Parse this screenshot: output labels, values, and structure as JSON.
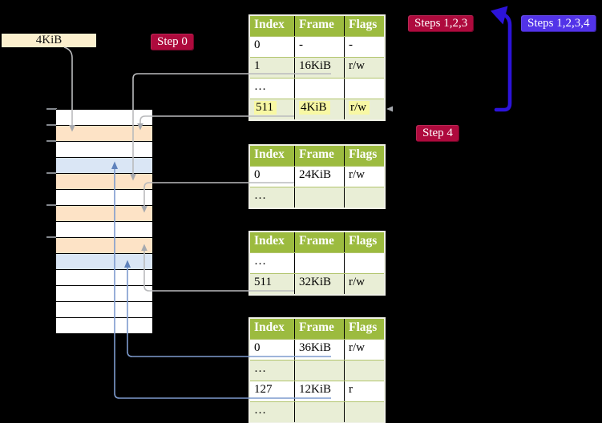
{
  "frame_size_label": "4KiB",
  "badges": {
    "step0": {
      "label": "Step 0"
    },
    "steps123": {
      "label": "Steps 1,2,3"
    },
    "steps1234": {
      "label": "Steps 1,2,3,4"
    },
    "step4": {
      "label": "Step 4"
    }
  },
  "page_tables": {
    "headers": [
      "Index",
      "Frame",
      "Flags"
    ],
    "tables": [
      {
        "id": "page-table-1",
        "rows": [
          {
            "cells": [
              "0",
              "-",
              "-"
            ],
            "shade": false,
            "highlight": false
          },
          {
            "cells": [
              "1",
              "16KiB",
              "r/w"
            ],
            "shade": true,
            "highlight": false
          },
          {
            "cells": [
              "…",
              "",
              ""
            ],
            "shade": false,
            "highlight": false
          },
          {
            "cells": [
              "511",
              "4KiB",
              "r/w"
            ],
            "shade": true,
            "highlight": true
          }
        ]
      },
      {
        "id": "page-table-2",
        "rows": [
          {
            "cells": [
              "0",
              "24KiB",
              "r/w"
            ],
            "shade": false,
            "highlight": false
          },
          {
            "cells": [
              "…",
              "",
              ""
            ],
            "shade": true,
            "highlight": false
          }
        ]
      },
      {
        "id": "page-table-3",
        "rows": [
          {
            "cells": [
              "…",
              "",
              ""
            ],
            "shade": false,
            "highlight": false
          },
          {
            "cells": [
              "511",
              "32KiB",
              "r/w"
            ],
            "shade": true,
            "highlight": false
          }
        ]
      },
      {
        "id": "page-table-4",
        "rows": [
          {
            "cells": [
              "0",
              "36KiB",
              "r/w"
            ],
            "shade": false,
            "highlight": false
          },
          {
            "cells": [
              "…",
              "",
              ""
            ],
            "shade": true,
            "highlight": false
          },
          {
            "cells": [
              "127",
              "12KiB",
              "r"
            ],
            "shade": false,
            "highlight": false
          },
          {
            "cells": [
              "…",
              "",
              ""
            ],
            "shade": true,
            "highlight": false
          }
        ]
      }
    ]
  },
  "memory_strip": {
    "rows": [
      "white",
      "peach",
      "white",
      "blue",
      "peach",
      "white",
      "peach",
      "white",
      "peach",
      "blue",
      "white",
      "white",
      "white",
      "white"
    ]
  },
  "colors": {
    "header_green": "#9cbb3f",
    "row_green": "#e9eed6",
    "highlight_yellow": "#f8f8a4",
    "frame_peach": "#fde3c6",
    "frame_blue": "#dae6f5",
    "badge_crimson": "#ae0a3d",
    "badge_blueviolet": "#5233e8",
    "big_arrow_blue": "#2c13da",
    "connector_gray": "#babbbd",
    "connector_blue": "#7e9bce"
  }
}
